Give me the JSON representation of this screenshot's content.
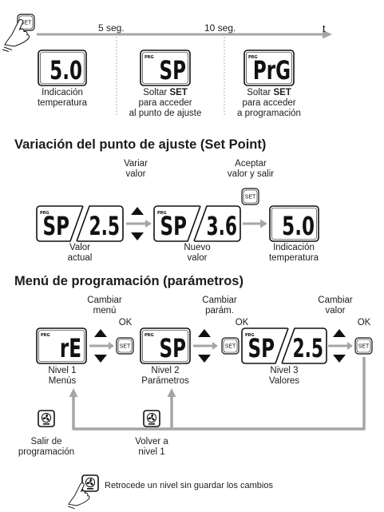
{
  "timeline": {
    "mark_5s": "5 seg.",
    "mark_10s": "10 seg.",
    "t_label": "t"
  },
  "buttons": {
    "set_label": "SET",
    "prg_label": "PRG"
  },
  "top_steps": [
    {
      "display": "5.0",
      "caption": [
        "Indicación",
        "temperatura"
      ]
    },
    {
      "display": "SP",
      "caption_prefix": "Soltar",
      "caption_bold": "SET",
      "caption": [
        "para acceder",
        "al punto de ajuste"
      ]
    },
    {
      "display": "PrG",
      "caption_prefix": "Soltar",
      "caption_bold": "SET",
      "caption": [
        "para acceder",
        "a programación"
      ]
    }
  ],
  "setpoint": {
    "heading": "Variación del punto de ajuste (Set Point)",
    "vary_label": [
      "Variar",
      "valor"
    ],
    "accept_label": [
      "Aceptar",
      "valor y salir"
    ],
    "current": {
      "param": "SP",
      "value": "2.5",
      "caption": [
        "Valor",
        "actual"
      ]
    },
    "new": {
      "param": "SP",
      "value": "3.6",
      "caption": [
        "Nuevo",
        "valor"
      ]
    },
    "result": {
      "display": "5.0",
      "caption": [
        "Indicación",
        "temperatura"
      ]
    }
  },
  "menu": {
    "heading": "Menú de programación (parámetros)",
    "change_labels": [
      [
        "Cambiar",
        "menú"
      ],
      [
        "Cambiar",
        "parám."
      ],
      [
        "Cambiar",
        "valor"
      ]
    ],
    "ok_label": "OK",
    "levels": [
      {
        "display": "rE",
        "caption": [
          "Nivel 1",
          "Menús"
        ]
      },
      {
        "display": "SP",
        "caption": [
          "Nivel 2",
          "Parámetros"
        ]
      },
      {
        "param": "SP",
        "value": "2.5",
        "caption": [
          "Nivel 3",
          "Valores"
        ]
      }
    ],
    "exit_label": [
      "Salir de",
      "programación"
    ],
    "back_label": [
      "Volver a",
      "nivel 1"
    ]
  },
  "footnote": "Retrocede un nivel sin guardar los cambios",
  "icons": [
    "hand-press-icon",
    "set-button-icon",
    "fan-button-icon",
    "up-triangle-icon",
    "down-triangle-icon",
    "arrow-right-icon"
  ],
  "colors": {
    "ink": "#1c1c1c",
    "flow_line": "#a6a6a6"
  }
}
